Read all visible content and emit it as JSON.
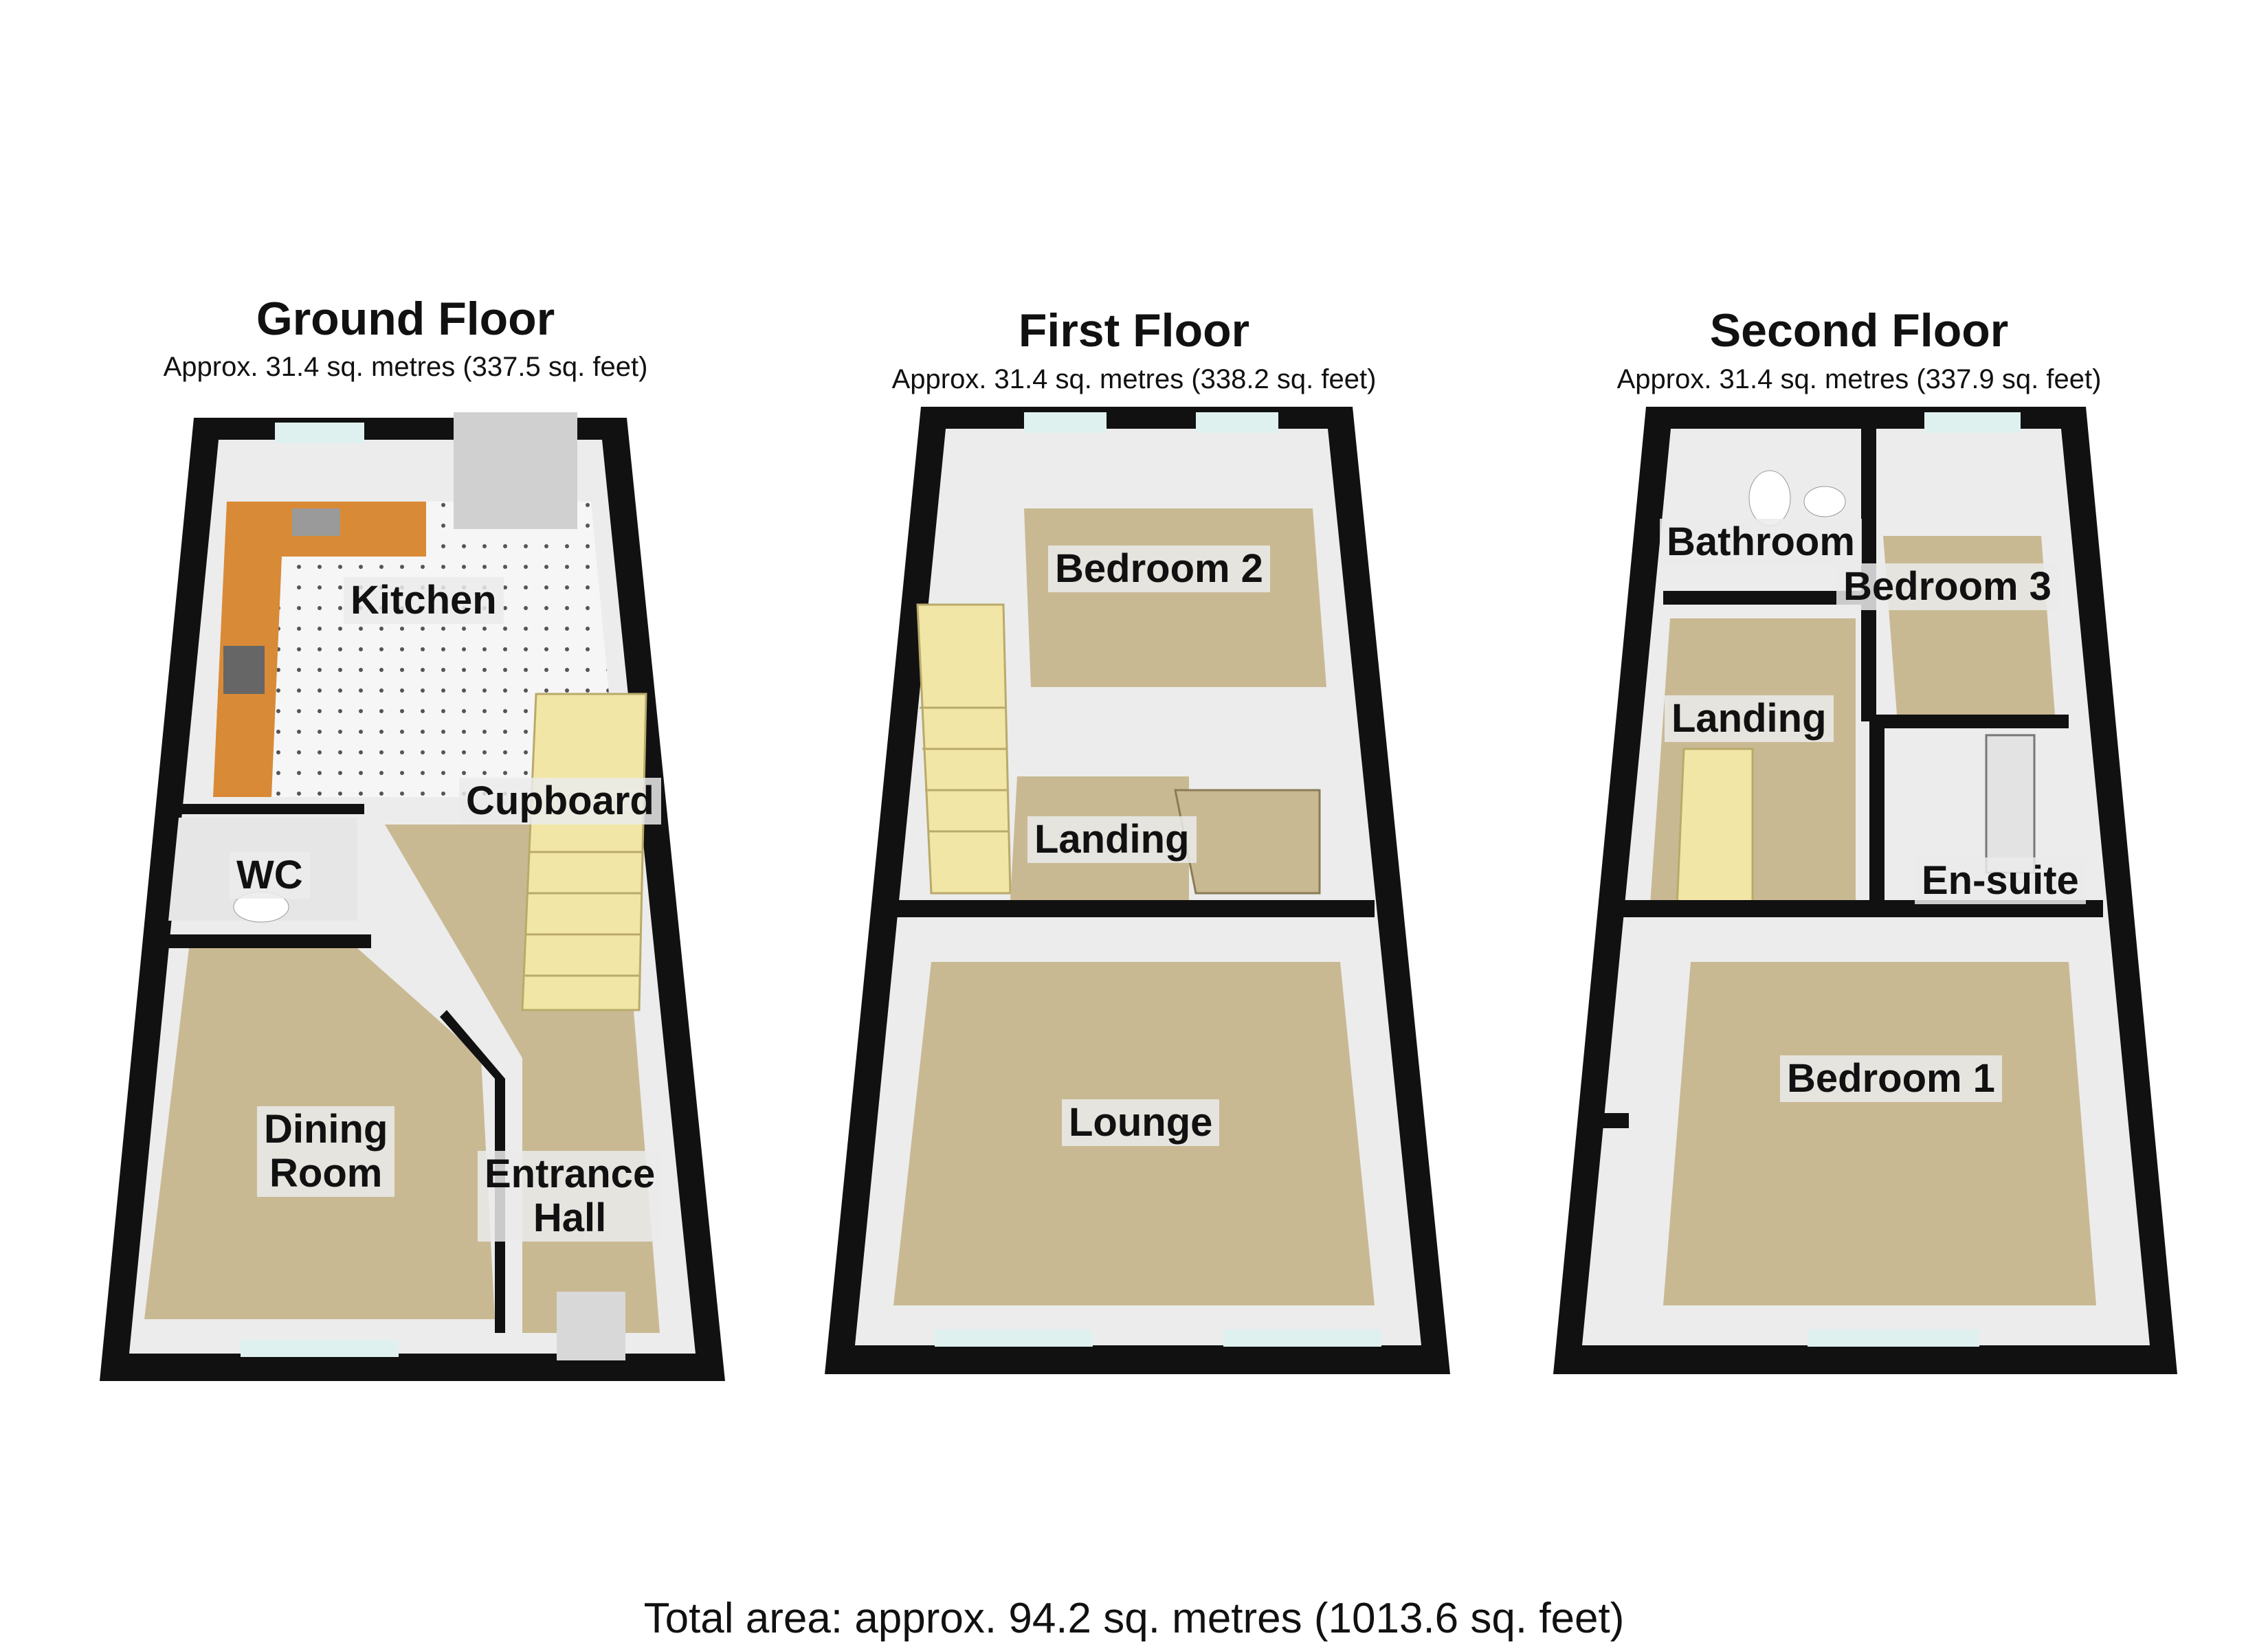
{
  "floors": [
    {
      "name": "Ground Floor",
      "area": "Approx. 31.4 sq. metres (337.5 sq. feet)"
    },
    {
      "name": "First Floor",
      "area": "Approx. 31.4 sq. metres (338.2 sq. feet)"
    },
    {
      "name": "Second Floor",
      "area": "Approx. 31.4 sq. metres (337.9 sq. feet)"
    }
  ],
  "rooms": {
    "kitchen": "Kitchen",
    "cupboard": "Cupboard",
    "wc": "WC",
    "dining_1": "Dining",
    "dining_2": "Room",
    "entrance_1": "Entrance",
    "entrance_2": "Hall",
    "bedroom2": "Bedroom 2",
    "landing_first": "Landing",
    "lounge": "Lounge",
    "bathroom": "Bathroom",
    "bedroom3": "Bedroom 3",
    "landing_second": "Landing",
    "ensuite": "En-suite",
    "bedroom1": "Bedroom 1"
  },
  "total_area": "Total area: approx. 94.2 sq. metres (1013.6 sq. feet)",
  "colors": {
    "wall": "#111111",
    "carpet": "#c9b993",
    "kitchen_counter": "#d98a36",
    "stairs": "#f1e6a6",
    "window": "#dff1ef",
    "floor_tile": "#f4f4f4"
  }
}
